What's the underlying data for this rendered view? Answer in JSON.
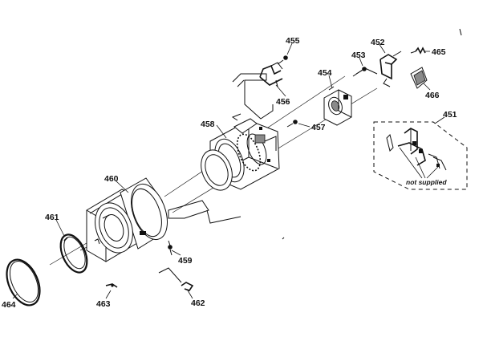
{
  "diagram": {
    "part_labels": {
      "p451": "451",
      "p452": "452",
      "p453": "453",
      "p454": "454",
      "p455": "455",
      "p456": "456",
      "p457": "457",
      "p458": "458",
      "p459": "459",
      "p460": "460",
      "p461": "461",
      "p462": "462",
      "p463": "463",
      "p464": "464",
      "p465": "465",
      "p466": "466"
    },
    "note": "not supplied"
  }
}
